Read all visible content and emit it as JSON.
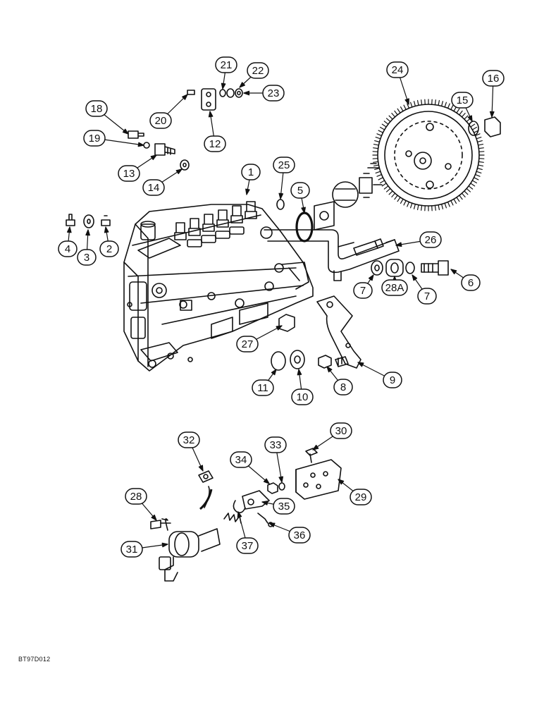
{
  "figure_code": "BT97D012",
  "callouts": [
    "1",
    "2",
    "3",
    "4",
    "5",
    "6",
    "7",
    "7",
    "8",
    "9",
    "10",
    "11",
    "12",
    "13",
    "14",
    "15",
    "16",
    "18",
    "19",
    "20",
    "21",
    "22",
    "23",
    "24",
    "25",
    "26",
    "27",
    "28",
    "28A",
    "29",
    "30",
    "31",
    "32",
    "33",
    "34",
    "35",
    "36",
    "37"
  ]
}
